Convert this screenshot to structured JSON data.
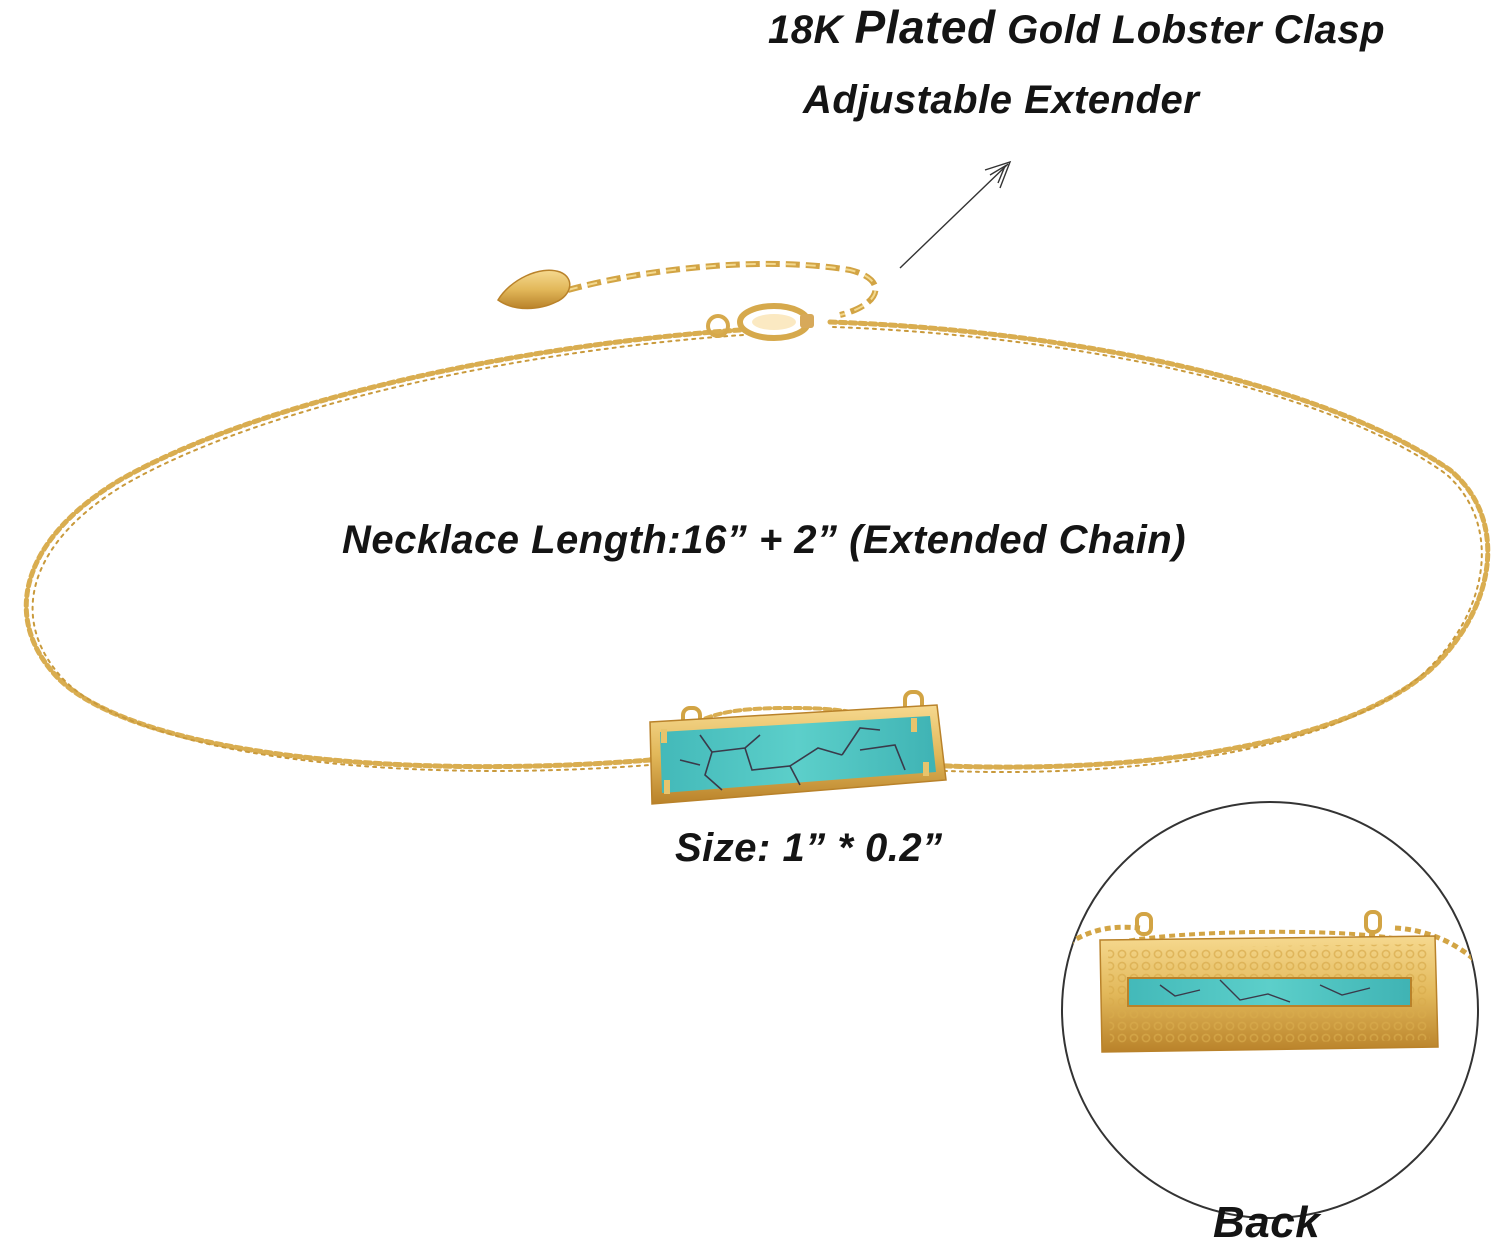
{
  "annotations": {
    "clasp_line1_part1": "18K ",
    "clasp_line1_part2": "Plated",
    "clasp_line1_part3": " Gold Lobster Clasp",
    "clasp_line2": "Adjustable Extender",
    "length": "Necklace Length:16” + 2” (Extended Chain)",
    "size": "Size: 1” * 0.2”",
    "back": "Back"
  },
  "colors": {
    "gold": "#e2b85a",
    "gold_dark": "#c08a2a",
    "turquoise": "#4fc3c0",
    "vein": "#3a3a4a",
    "text": "#141414"
  }
}
